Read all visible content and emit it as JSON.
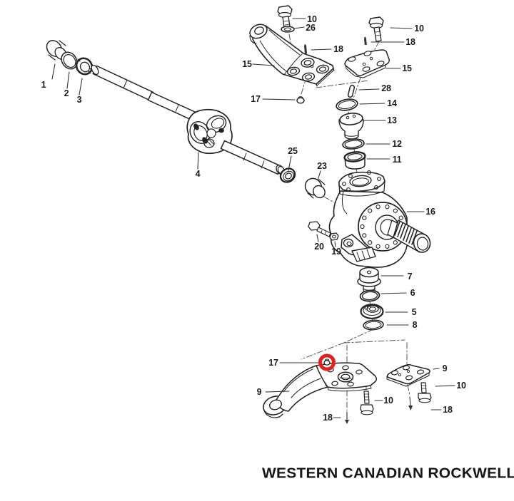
{
  "figure": {
    "type": "exploded-parts-diagram",
    "subject": "steer axle knuckle and arm assembly"
  },
  "brand": {
    "text": "WESTERN CANADIAN ROCKWELL"
  },
  "highlight": {
    "shape": "circle",
    "color": "#e2201c",
    "around_callout": "17"
  },
  "colors": {
    "background": "#ffffff",
    "line": "#222222",
    "label": "#1b1b1b"
  },
  "callouts": [
    {
      "label": "1"
    },
    {
      "label": "2"
    },
    {
      "label": "3"
    },
    {
      "label": "4"
    },
    {
      "label": "10"
    },
    {
      "label": "26"
    },
    {
      "label": "18"
    },
    {
      "label": "15"
    },
    {
      "label": "17"
    },
    {
      "label": "10"
    },
    {
      "label": "18"
    },
    {
      "label": "15"
    },
    {
      "label": "28"
    },
    {
      "label": "14"
    },
    {
      "label": "13"
    },
    {
      "label": "12"
    },
    {
      "label": "11"
    },
    {
      "label": "25"
    },
    {
      "label": "23"
    },
    {
      "label": "16"
    },
    {
      "label": "20"
    },
    {
      "label": "19"
    },
    {
      "label": "7"
    },
    {
      "label": "6"
    },
    {
      "label": "5"
    },
    {
      "label": "8"
    },
    {
      "label": "17"
    },
    {
      "label": "9"
    },
    {
      "label": "10"
    },
    {
      "label": "9"
    },
    {
      "label": "10"
    },
    {
      "label": "18"
    },
    {
      "label": "18"
    }
  ]
}
